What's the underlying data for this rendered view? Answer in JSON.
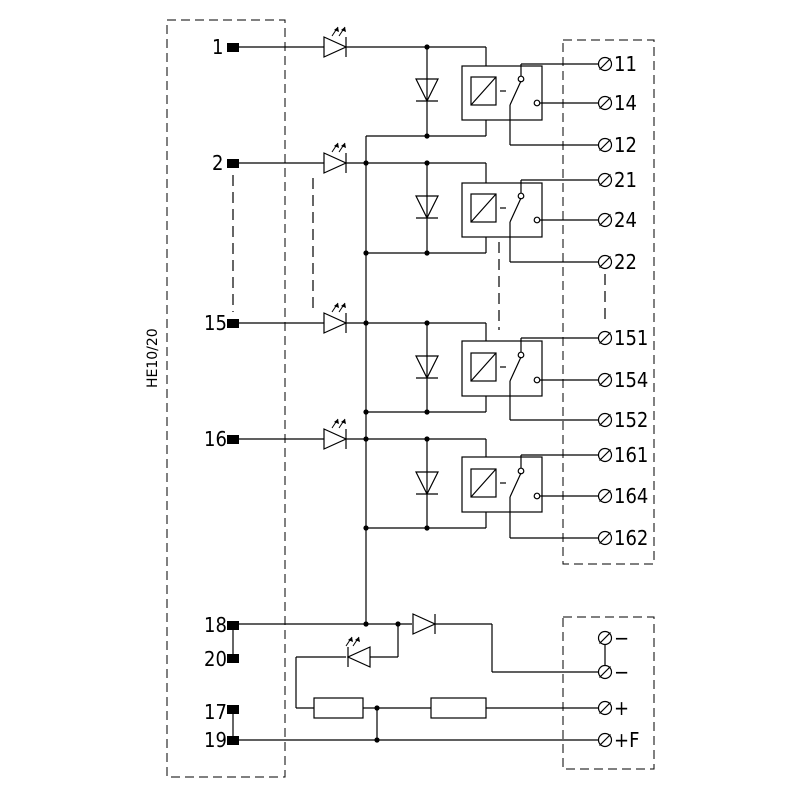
{
  "module_label": "HE10/20",
  "inputs": {
    "in1": "1",
    "in2": "2",
    "in15": "15",
    "in16": "16",
    "in18": "18",
    "in20": "20",
    "in17": "17",
    "in19": "19"
  },
  "relay_terminals": [
    [
      "11",
      "14",
      "12"
    ],
    [
      "21",
      "24",
      "22"
    ],
    [
      "151",
      "154",
      "152"
    ],
    [
      "161",
      "164",
      "162"
    ]
  ],
  "power_terminals": [
    "−",
    "−",
    "+",
    "+F"
  ]
}
